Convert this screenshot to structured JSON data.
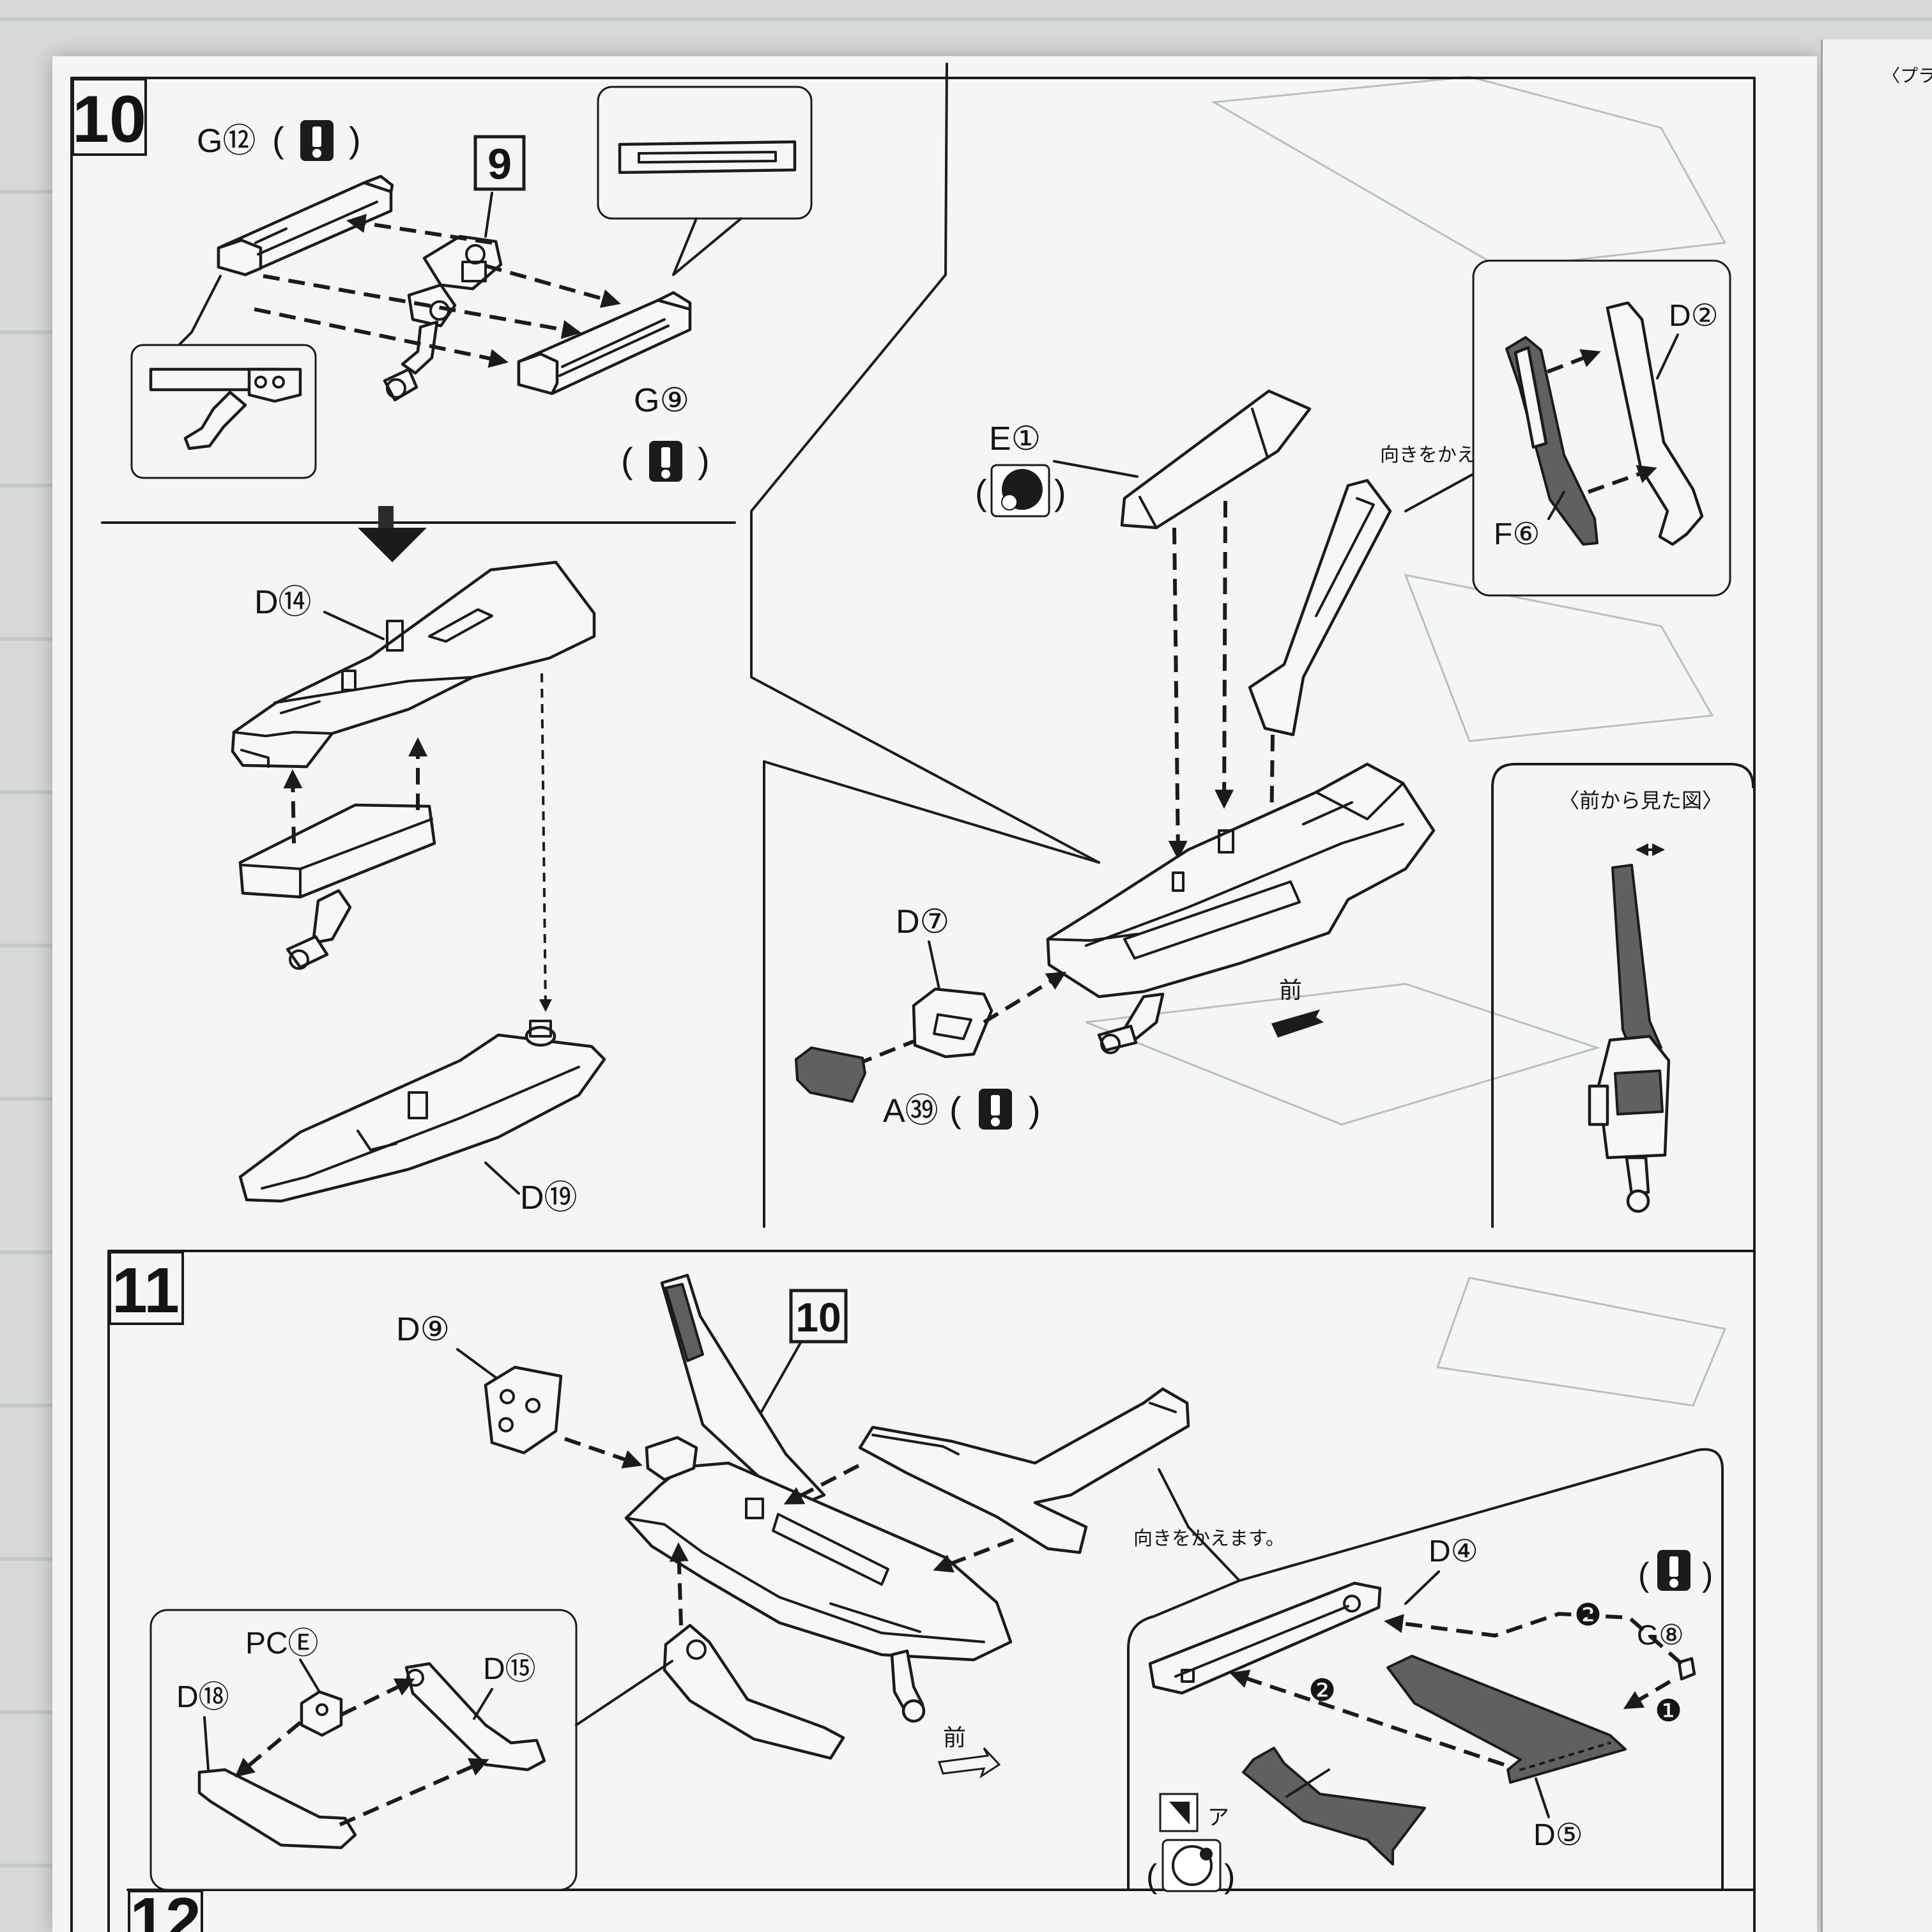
{
  "steps": [
    {
      "number": "10"
    },
    {
      "number": "11"
    },
    {
      "number": "12"
    }
  ],
  "refs": {
    "step9": "9",
    "step10": "10"
  },
  "parts": {
    "g12": "G⑫",
    "g9": "G⑨",
    "d14": "D⑭",
    "d19": "D⑲",
    "e1": "E①",
    "d2": "D②",
    "f6": "F⑥",
    "d7": "D⑦",
    "a39": "A㊴",
    "d9": "D⑨",
    "d4": "D④",
    "g8": "G⑧",
    "d5": "D⑤",
    "d18": "D⑱",
    "d15": "D⑮",
    "pc": "PCⒺ",
    "a_marker": "ア"
  },
  "labels": {
    "turn_around_1": "向きをかえます。",
    "turn_around_2": "向きをかえます。",
    "front_view": "〈前から見た図〉",
    "front_1": "前",
    "front_2": "前",
    "seq_1": "❶",
    "seq_2a": "❷",
    "seq_2b": "❷",
    "paren_open": "(",
    "paren_close": ")",
    "next_page_header": "〈プラ"
  },
  "icons": {
    "caution": "caution-exclamation-icon",
    "black_paint": "black-paint-circle-icon",
    "sticker": "sticker-icon"
  },
  "colors": {
    "ink": "#141414",
    "paper": "#f4f6f5",
    "wall": "#d9dcda",
    "part_grey": "#5e6160"
  }
}
